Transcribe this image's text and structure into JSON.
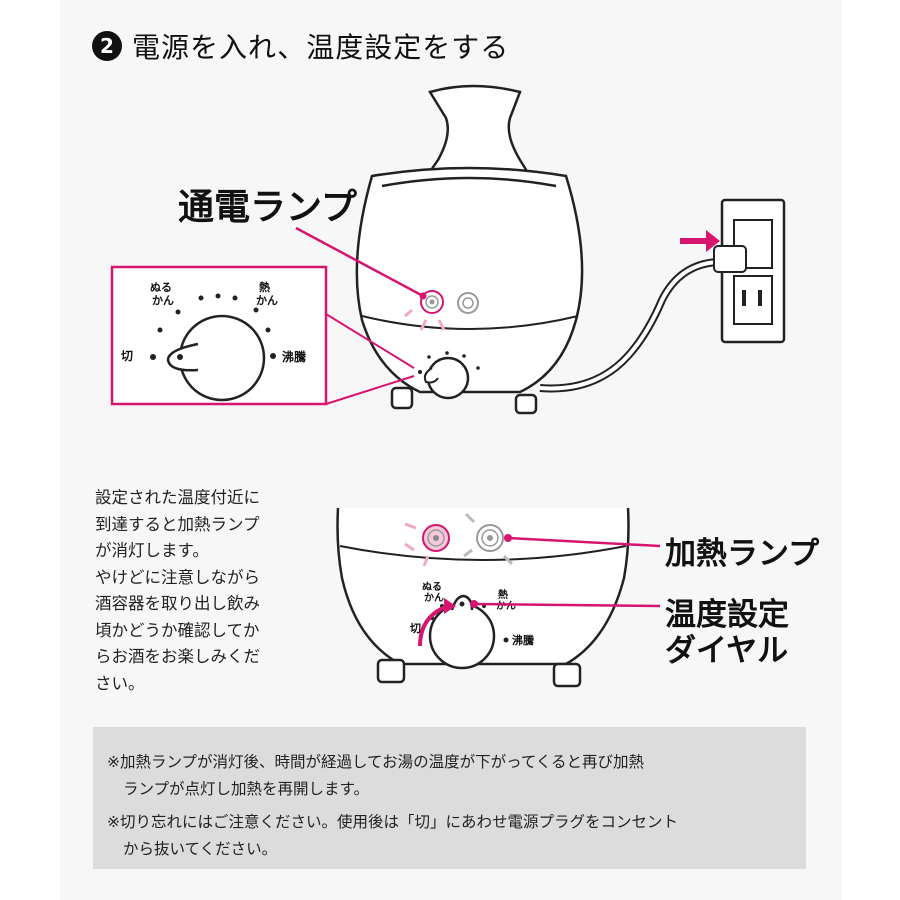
{
  "step": {
    "number": "2",
    "title": "電源を入れ、温度設定をする"
  },
  "callouts": {
    "power_lamp": "通電ランプ",
    "heating_lamp": "加熱ランプ",
    "temp_dial_line1": "温度設定",
    "temp_dial_line2": "ダイヤル"
  },
  "dial_labels": {
    "off": "切",
    "lukewarm_line1": "ぬる",
    "lukewarm_line2": "かん",
    "hot_line1": "熱",
    "hot_line2": "かん",
    "boiling": "沸騰"
  },
  "description_lines": [
    "設定された温度付近に",
    "到達すると加熱ランプ",
    "が消灯します。",
    "やけどに注意しながら",
    "酒容器を取り出し飲み",
    "頃かどうか確認してか",
    "らお酒をお楽しみくだ",
    "さい。"
  ],
  "notes": [
    {
      "line1": "※加熱ランプが消灯後、時間が経過してお湯の温度が下がってくると再び加熱",
      "line2": "ランプが点灯し加熱を再開します。"
    },
    {
      "line1": "※切り忘れにはご注意ください。使用後は「切」にあわせ電源プラグをコンセント",
      "line2": "から抜いてください。"
    }
  ],
  "colors": {
    "accent": "#d6156f",
    "lamp_glow": "#f2a9c4",
    "note_bg": "#dcdcdc",
    "panel_bg": "#f7f7f7"
  }
}
